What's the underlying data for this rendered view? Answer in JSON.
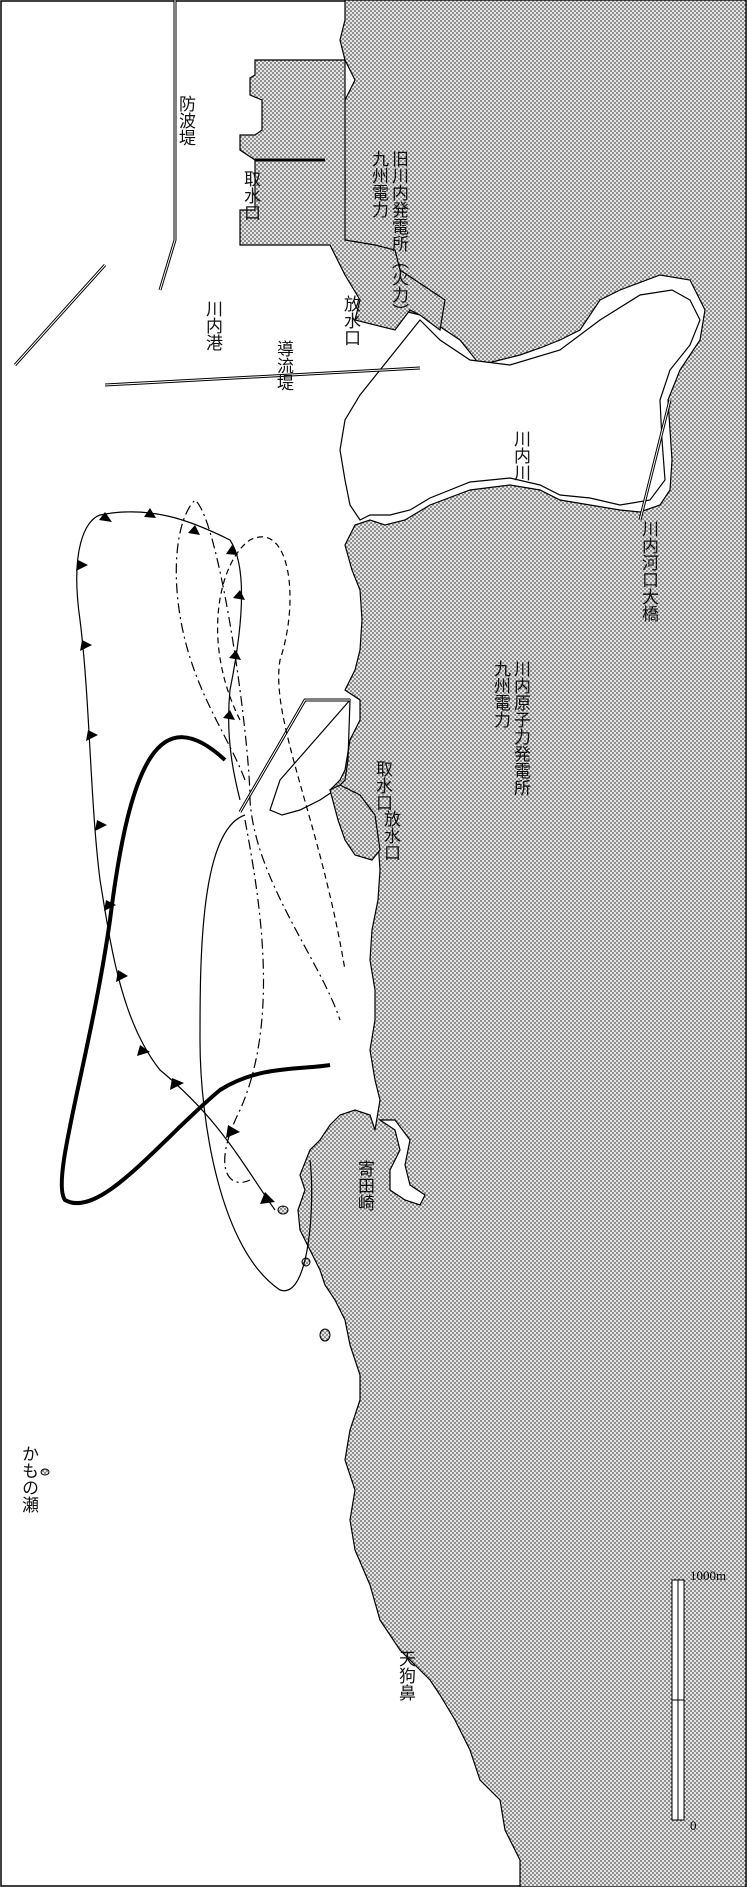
{
  "map": {
    "labels": {
      "breakwater": "防波堤",
      "sendai_port": "川内港",
      "guide_levee": "導流堤",
      "intake_old": "取水口",
      "discharge_old": "放水口",
      "old_plant": "九州電力\n旧川内発電所（火力）",
      "sendai_river": "川内川",
      "kawaguchi_bridge": "川内河口大橋",
      "intake_npp": "取水口",
      "discharge_npp": "放水口",
      "npp": "九州電力\n川内原子力発電所",
      "yorita_point": "寄田崎",
      "kamonose": "かもの瀬",
      "tengu_hana": "天狗鼻"
    },
    "scale": {
      "zero": "0",
      "max": "1000m"
    },
    "colors": {
      "land_dot": "#555555",
      "line": "#000000",
      "background": "#ffffff"
    }
  }
}
